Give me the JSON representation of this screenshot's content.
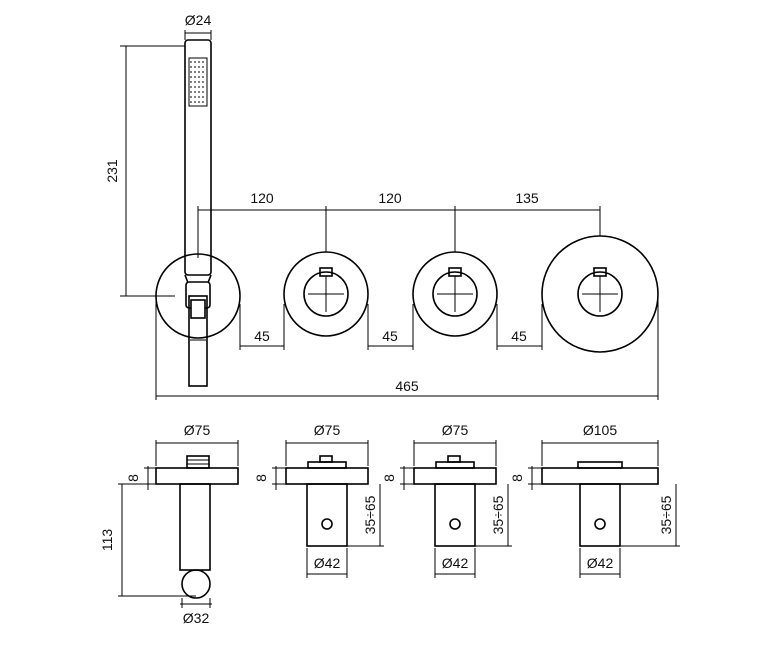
{
  "diagram": {
    "top_view": {
      "handshower_diameter": "Ø24",
      "handshower_height": "231",
      "spacing": [
        "120",
        "120",
        "135"
      ],
      "gaps": [
        "45",
        "45",
        "45"
      ],
      "overall_width": "465"
    },
    "side_views": [
      {
        "plate_diameter": "Ø75",
        "plate_thickness": "8",
        "height": "113",
        "outlet_diameter": "Ø32"
      },
      {
        "plate_diameter": "Ø75",
        "plate_thickness": "8",
        "depth_range": "35÷65",
        "body_diameter": "Ø42"
      },
      {
        "plate_diameter": "Ø75",
        "plate_thickness": "8",
        "depth_range": "35÷65",
        "body_diameter": "Ø42"
      },
      {
        "plate_diameter": "Ø105",
        "plate_thickness": "8",
        "depth_range": "35÷65",
        "body_diameter": "Ø42"
      }
    ]
  }
}
